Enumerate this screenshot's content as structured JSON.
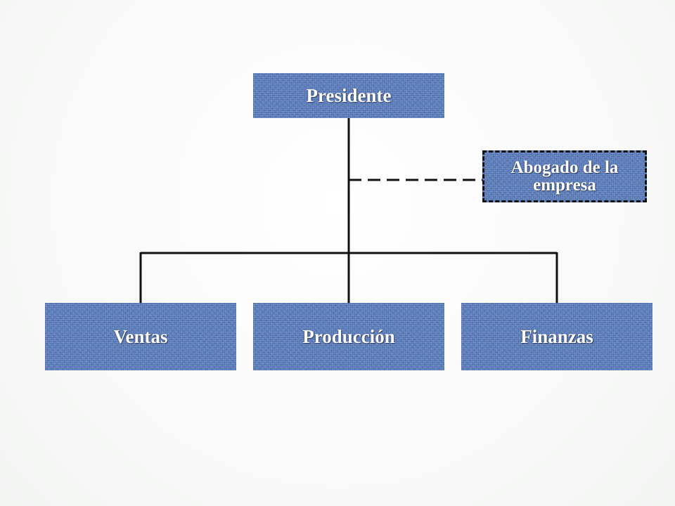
{
  "org_chart": {
    "top": {
      "label": "Presidente"
    },
    "staff": {
      "label": "Abogado de la empresa",
      "relation": "staff-dashed"
    },
    "departments": [
      {
        "label": "Ventas"
      },
      {
        "label": "Producción"
      },
      {
        "label": "Finanzas"
      }
    ]
  },
  "colors": {
    "box_fill": "#5d7fbd",
    "box_text": "#ffffff",
    "line": "#111111",
    "background": "#fafbfa"
  }
}
